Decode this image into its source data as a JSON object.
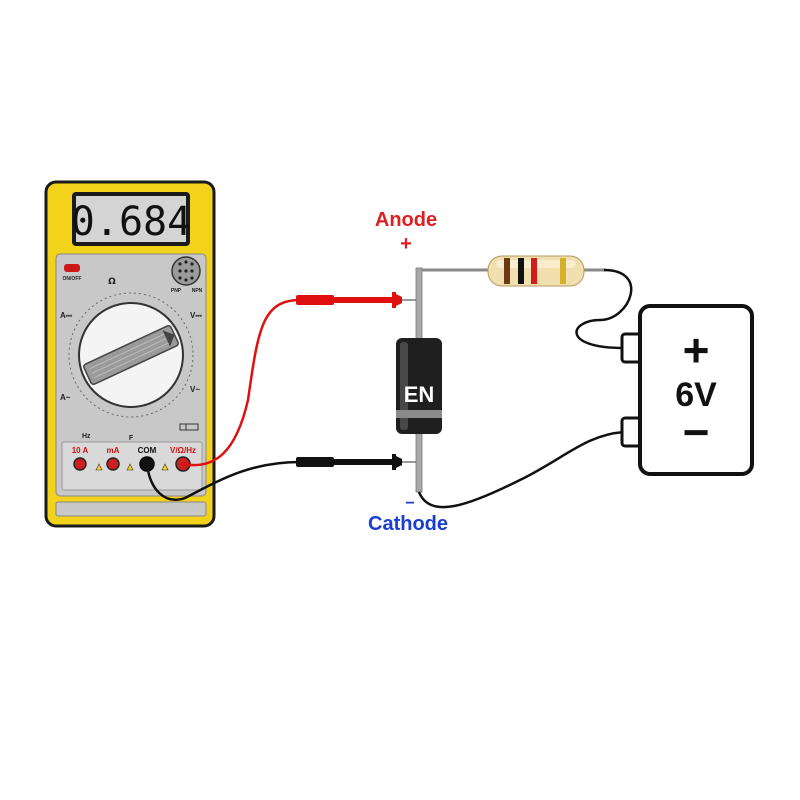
{
  "meter": {
    "display": "0.684",
    "power_label": "ON/OFF",
    "ohm_symbol": "Ω",
    "pnp_label": "PNP",
    "npn_label": "NPN",
    "hz_label": "Hz",
    "f_label": "F",
    "jacks": [
      "10 A",
      "mA",
      "COM",
      "V/Ω/Hz"
    ]
  },
  "diode": {
    "anode_label": "Anode",
    "anode_sign": "+",
    "cathode_label": "Cathode",
    "cathode_sign": "−",
    "body_marking": "EN"
  },
  "battery": {
    "plus": "+",
    "voltage": "6V",
    "minus": "−"
  },
  "colors": {
    "meter_body": "#f2d21b",
    "meter_face": "#c8c8c8",
    "red_lead": "#e01010",
    "black_lead": "#111111",
    "anode_text": "#e02020",
    "cathode_text": "#1a3fd0"
  }
}
